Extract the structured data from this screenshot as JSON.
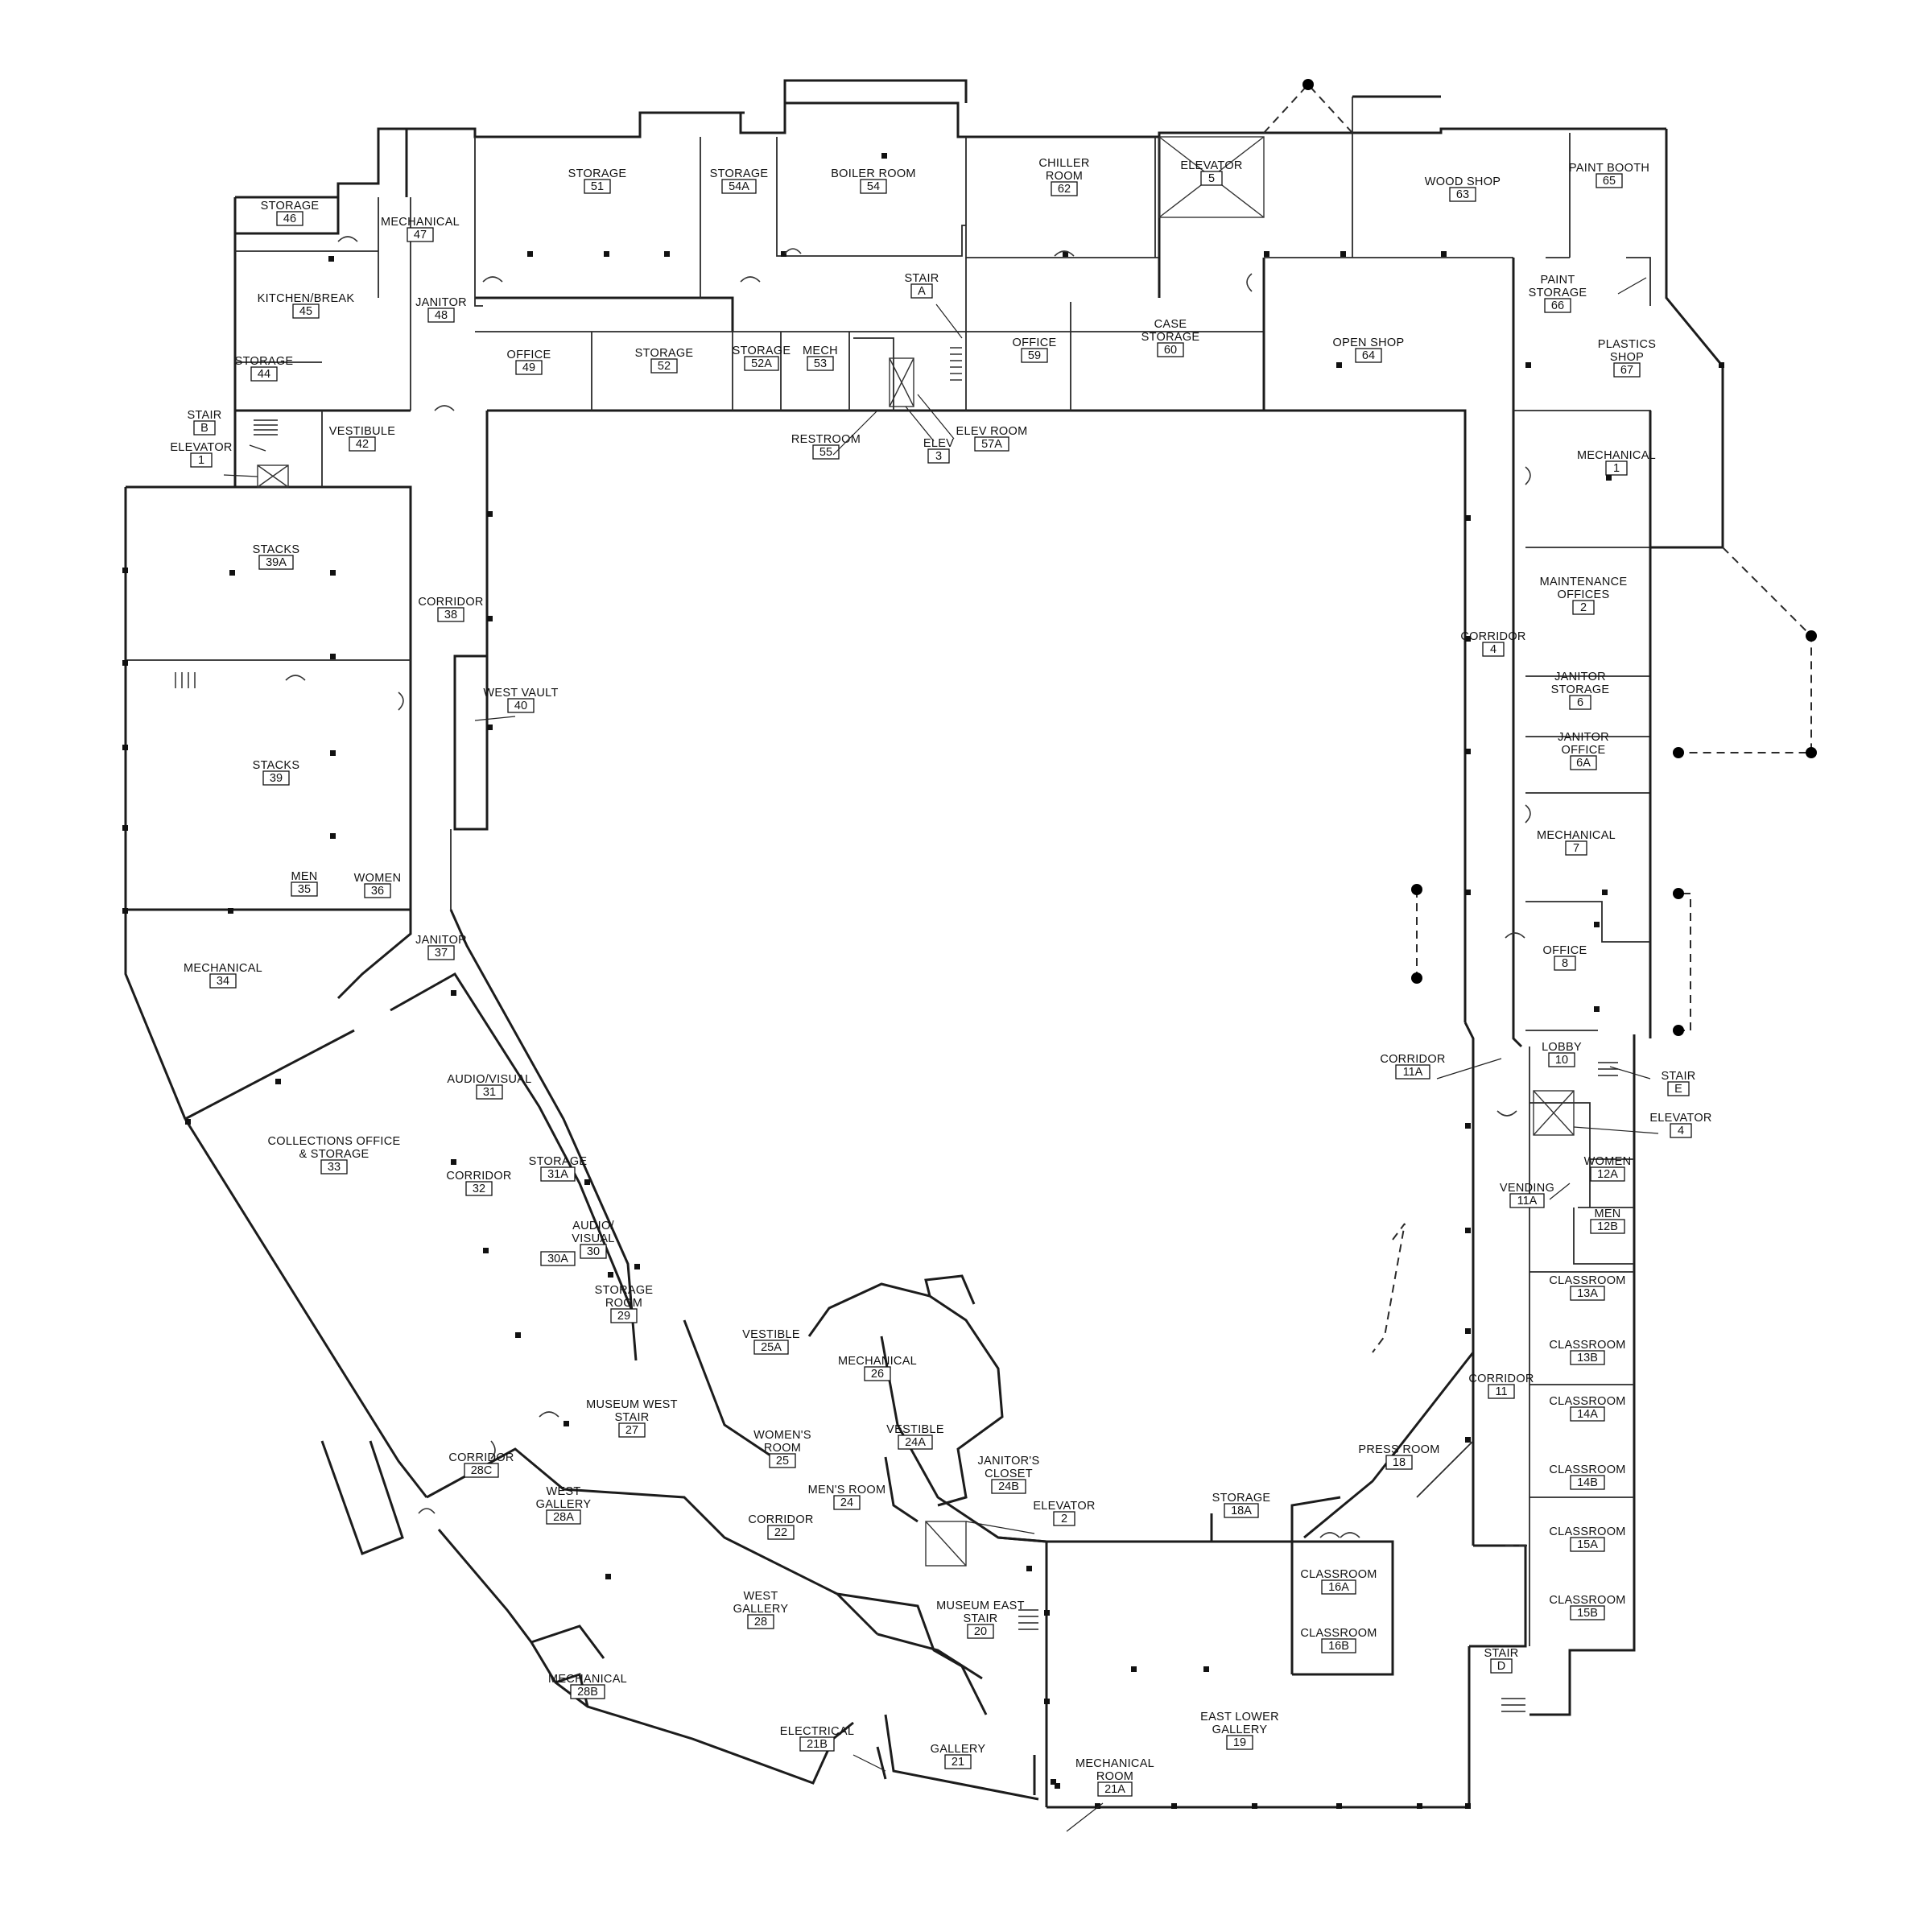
{
  "rooms": [
    {
      "id": "r-storage-46",
      "label": "STORAGE",
      "number": "46"
    },
    {
      "id": "r-mechanical-47",
      "label": "MECHANICAL",
      "number": "47"
    },
    {
      "id": "r-storage-51",
      "label": "STORAGE",
      "number": "51"
    },
    {
      "id": "r-storage-54a",
      "label": "STORAGE",
      "number": "54A"
    },
    {
      "id": "r-boiler-54",
      "label": "BOILER ROOM",
      "number": "54"
    },
    {
      "id": "r-chiller-62",
      "label": "CHILLER ROOM",
      "number": "62"
    },
    {
      "id": "r-elevator-5",
      "label": "ELEVATOR",
      "number": "5"
    },
    {
      "id": "r-wood-shop-63",
      "label": "WOOD SHOP",
      "number": "63"
    },
    {
      "id": "r-paint-booth-65",
      "label": "PAINT BOOTH",
      "number": "65"
    },
    {
      "id": "r-kitchen-45",
      "label": "KITCHEN/BREAK",
      "number": "45"
    },
    {
      "id": "r-janitor-48",
      "label": "JANITOR",
      "number": "48"
    },
    {
      "id": "r-stair-a",
      "label": "STAIR",
      "number": "A"
    },
    {
      "id": "r-paint-storage-66",
      "label": "PAINT STORAGE",
      "number": "66"
    },
    {
      "id": "r-storage-44",
      "label": "STORAGE",
      "number": "44"
    },
    {
      "id": "r-office-49",
      "label": "OFFICE",
      "number": "49"
    },
    {
      "id": "r-storage-52",
      "label": "STORAGE",
      "number": "52"
    },
    {
      "id": "r-storage-52a",
      "label": "STORAGE",
      "number": "52A"
    },
    {
      "id": "r-mech-53",
      "label": "MECH",
      "number": "53"
    },
    {
      "id": "r-office-59",
      "label": "OFFICE",
      "number": "59"
    },
    {
      "id": "r-case-storage-60",
      "label": "CASE STORAGE",
      "number": "60"
    },
    {
      "id": "r-open-shop-64",
      "label": "OPEN SHOP",
      "number": "64"
    },
    {
      "id": "r-plastics-shop-67",
      "label": "PLASTICS SHOP",
      "number": "67"
    },
    {
      "id": "r-stair-b",
      "label": "STAIR",
      "number": "B"
    },
    {
      "id": "r-vestibule-42",
      "label": "VESTIBULE",
      "number": "42"
    },
    {
      "id": "r-elevator-1",
      "label": "ELEVATOR",
      "number": "1"
    },
    {
      "id": "r-restroom-55",
      "label": "RESTROOM",
      "number": "55"
    },
    {
      "id": "r-elev-3",
      "label": "ELEV",
      "number": "3"
    },
    {
      "id": "r-elev-room-57a",
      "label": "ELEV ROOM",
      "number": "57A"
    },
    {
      "id": "r-mechanical-1",
      "label": "MECHANICAL",
      "number": "1"
    },
    {
      "id": "r-stacks-39a",
      "label": "STACKS",
      "number": "39A"
    },
    {
      "id": "r-corridor-38",
      "label": "CORRIDOR",
      "number": "38"
    },
    {
      "id": "r-maintenance-2",
      "label": "MAINTENANCE OFFICES",
      "number": "2"
    },
    {
      "id": "r-corridor-4",
      "label": "CORRIDOR",
      "number": "4"
    },
    {
      "id": "r-west-vault-40",
      "label": "WEST VAULT",
      "number": "40"
    },
    {
      "id": "r-janitor-storage-6",
      "label": "JANITOR STORAGE",
      "number": "6"
    },
    {
      "id": "r-stacks-39",
      "label": "STACKS",
      "number": "39"
    },
    {
      "id": "r-janitor-office-6a",
      "label": "JANITOR OFFICE",
      "number": "6A"
    },
    {
      "id": "r-mechanical-7",
      "label": "MECHANICAL",
      "number": "7"
    },
    {
      "id": "r-men-35",
      "label": "MEN",
      "number": "35"
    },
    {
      "id": "r-women-36",
      "label": "WOMEN",
      "number": "36"
    },
    {
      "id": "r-janitor-37",
      "label": "JANITOR",
      "number": "37"
    },
    {
      "id": "r-office-8",
      "label": "OFFICE",
      "number": "8"
    },
    {
      "id": "r-mechanical-34",
      "label": "MECHANICAL",
      "number": "34"
    },
    {
      "id": "r-lobby-10",
      "label": "LOBBY",
      "number": "10"
    },
    {
      "id": "r-corridor-11a",
      "label": "CORRIDOR",
      "number": "11A"
    },
    {
      "id": "r-stair-e",
      "label": "STAIR",
      "number": "E"
    },
    {
      "id": "r-audio-visual-31",
      "label": "AUDIO/VISUAL",
      "number": "31"
    },
    {
      "id": "r-elevator-4",
      "label": "ELEVATOR",
      "number": "4"
    },
    {
      "id": "r-collections-33",
      "label": "COLLECTIONS OFFICE & STORAGE",
      "number": "33"
    },
    {
      "id": "r-storage-31a",
      "label": "STORAGE",
      "number": "31A"
    },
    {
      "id": "r-women-12a",
      "label": "WOMEN",
      "number": "12A"
    },
    {
      "id": "r-corridor-32",
      "label": "CORRIDOR",
      "number": "32"
    },
    {
      "id": "r-vending-11a",
      "label": "VENDING",
      "number": "11A"
    },
    {
      "id": "r-men-12b",
      "label": "MEN",
      "number": "12B"
    },
    {
      "id": "r-audio-visual-30",
      "label": "AUDIO/ VISUAL",
      "number": "30"
    },
    {
      "id": "r-30a",
      "label": "",
      "number": "30A"
    },
    {
      "id": "r-classroom-13a",
      "label": "CLASSROOM",
      "number": "13A"
    },
    {
      "id": "r-storage-room-29",
      "label": "STORAGE ROOM",
      "number": "29"
    },
    {
      "id": "r-vestible-25a",
      "label": "VESTIBLE",
      "number": "25A"
    },
    {
      "id": "r-mechanical-26",
      "label": "MECHANICAL",
      "number": "26"
    },
    {
      "id": "r-classroom-13b",
      "label": "CLASSROOM",
      "number": "13B"
    },
    {
      "id": "r-corridor-11",
      "label": "CORRIDOR",
      "number": "11"
    },
    {
      "id": "r-museum-west-stair-27",
      "label": "MUSEUM WEST STAIR",
      "number": "27"
    },
    {
      "id": "r-classroom-14a",
      "label": "CLASSROOM",
      "number": "14A"
    },
    {
      "id": "r-vestible-24a",
      "label": "VESTIBLE",
      "number": "24A"
    },
    {
      "id": "r-womens-room-25",
      "label": "WOMEN'S ROOM",
      "number": "25"
    },
    {
      "id": "r-press-room-18",
      "label": "PRESS ROOM",
      "number": "18"
    },
    {
      "id": "r-corridor-28c",
      "label": "CORRIDOR",
      "number": "28C"
    },
    {
      "id": "r-janitors-closet-24b",
      "label": "JANITOR'S CLOSET",
      "number": "24B"
    },
    {
      "id": "r-classroom-14b",
      "label": "CLASSROOM",
      "number": "14B"
    },
    {
      "id": "r-west-gallery-28a",
      "label": "WEST GALLERY",
      "number": "28A"
    },
    {
      "id": "r-mens-room-24",
      "label": "MEN'S ROOM",
      "number": "24"
    },
    {
      "id": "r-storage-18a",
      "label": "STORAGE",
      "number": "18A"
    },
    {
      "id": "r-elevator-2",
      "label": "ELEVATOR",
      "number": "2"
    },
    {
      "id": "r-corridor-22",
      "label": "CORRIDOR",
      "number": "22"
    },
    {
      "id": "r-classroom-15a",
      "label": "CLASSROOM",
      "number": "15A"
    },
    {
      "id": "r-classroom-16a",
      "label": "CLASSROOM",
      "number": "16A"
    },
    {
      "id": "r-west-gallery-28",
      "label": "WEST GALLERY",
      "number": "28"
    },
    {
      "id": "r-classroom-15b",
      "label": "CLASSROOM",
      "number": "15B"
    },
    {
      "id": "r-museum-east-stair-20",
      "label": "MUSEUM EAST STAIR",
      "number": "20"
    },
    {
      "id": "r-classroom-16b",
      "label": "CLASSROOM",
      "number": "16B"
    },
    {
      "id": "r-stair-d",
      "label": "STAIR",
      "number": "D"
    },
    {
      "id": "r-mechanical-28b",
      "label": "MECHANICAL",
      "number": "28B"
    },
    {
      "id": "r-east-lower-gallery-19",
      "label": "EAST LOWER GALLERY",
      "number": "19"
    },
    {
      "id": "r-electrical-21b",
      "label": "ELECTRICAL",
      "number": "21B"
    },
    {
      "id": "r-gallery-21",
      "label": "GALLERY",
      "number": "21"
    },
    {
      "id": "r-mechanical-room-21a",
      "label": "MECHANICAL ROOM",
      "number": "21A"
    }
  ],
  "colors": {
    "background": "#ffffff",
    "line": "#1c1c1c"
  }
}
